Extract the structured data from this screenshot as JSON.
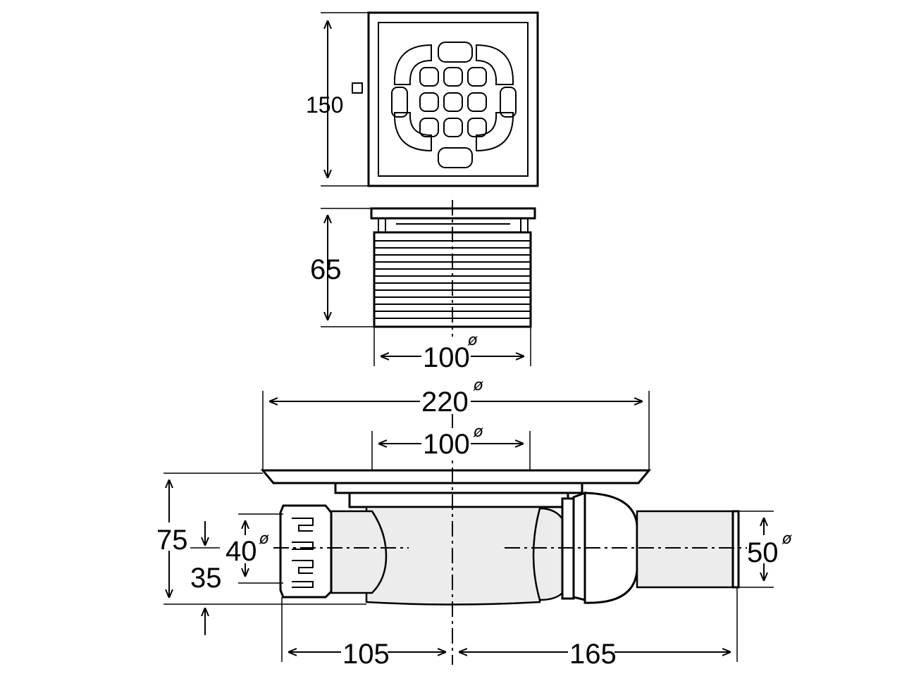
{
  "dimensions": {
    "grate_side": "150",
    "body_height": "65",
    "body_diameter": "100",
    "flange_diameter": "220",
    "outlet_inner_diameter": "100",
    "total_height": "75",
    "outlet_axis_height": "35",
    "inlet_diameter": "40",
    "outlet_diameter": "50",
    "left_offset": "105",
    "right_offset": "165"
  },
  "symbols": {
    "diameter": "ø",
    "square": "□"
  }
}
